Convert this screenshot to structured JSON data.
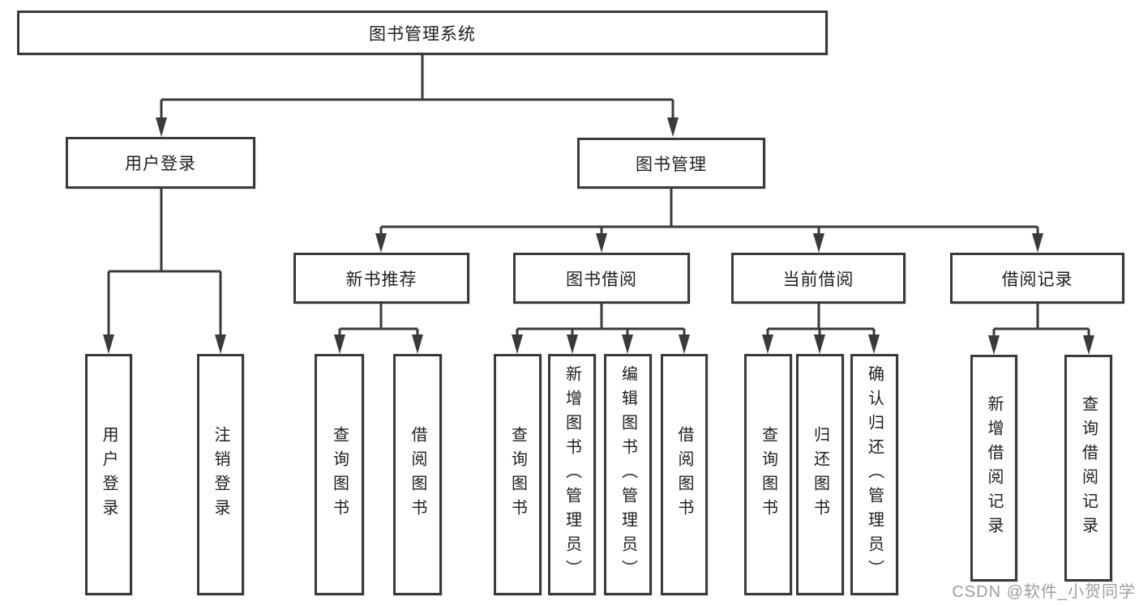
{
  "tree": {
    "root": {
      "label": "图书管理系统"
    },
    "level2": [
      {
        "label": "用户登录",
        "children": [
          {
            "label": "用户登录"
          },
          {
            "label": "注销登录"
          }
        ]
      },
      {
        "label": "图书管理",
        "children": [
          {
            "label": "新书推荐",
            "children": [
              {
                "label": "查询图书"
              },
              {
                "label": "借阅图书"
              }
            ]
          },
          {
            "label": "图书借阅",
            "children": [
              {
                "label": "查询图书"
              },
              {
                "label": "新增图书（管理员）"
              },
              {
                "label": "编辑图书（管理员）"
              },
              {
                "label": "借阅图书"
              }
            ]
          },
          {
            "label": "当前借阅",
            "children": [
              {
                "label": "查询图书"
              },
              {
                "label": "归还图书"
              },
              {
                "label": "确认归还（管理员）"
              }
            ]
          },
          {
            "label": "借阅记录",
            "children": [
              {
                "label": "新增借阅记录"
              },
              {
                "label": "查询借阅记录"
              }
            ]
          }
        ]
      }
    ]
  },
  "watermark": {
    "text": "CSDN @软件_小贺同学"
  },
  "colors": {
    "line": "#3a3a3a",
    "text": "#1e1e1e",
    "background": "#ffffff",
    "watermark": "#9e9e9e"
  }
}
